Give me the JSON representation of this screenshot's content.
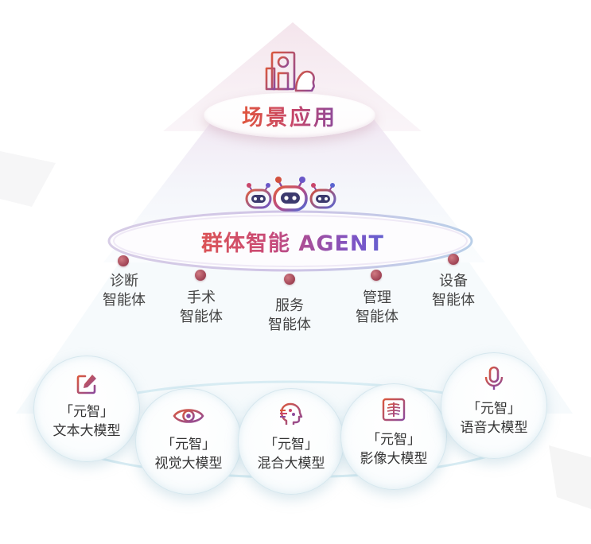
{
  "scene": {
    "title": "场景应用"
  },
  "agent": {
    "title": "群体智能 AGENT",
    "items": [
      {
        "line1": "诊断",
        "line2": "智能体"
      },
      {
        "line1": "手术",
        "line2": "智能体"
      },
      {
        "line1": "服务",
        "line2": "智能体"
      },
      {
        "line1": "管理",
        "line2": "智能体"
      },
      {
        "line1": "设备",
        "line2": "智能体"
      }
    ]
  },
  "models": [
    {
      "brand": "「元智」",
      "name": "文本大模型",
      "icon": "edit-icon"
    },
    {
      "brand": "「元智」",
      "name": "视觉大模型",
      "icon": "eye-icon"
    },
    {
      "brand": "「元智」",
      "name": "混合大模型",
      "icon": "ai-head-icon"
    },
    {
      "brand": "「元智」",
      "name": "影像大模型",
      "icon": "xray-icon"
    },
    {
      "brand": "「元智」",
      "name": "语音大模型",
      "icon": "microphone-icon"
    }
  ],
  "colors": {
    "accent_red": "#e0563e",
    "accent_purple": "#8c4a9c",
    "accent_blue": "#3c78e0",
    "dot": "#a24657"
  }
}
